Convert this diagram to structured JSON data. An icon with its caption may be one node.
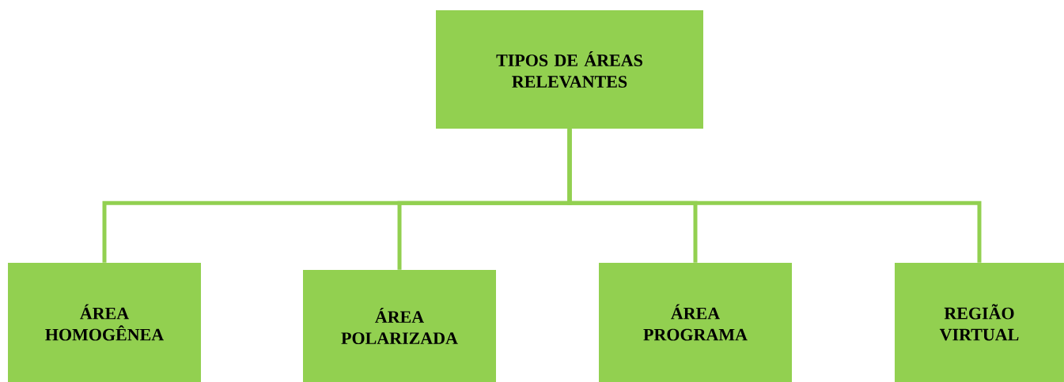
{
  "diagram": {
    "nodes": [
      {
        "text": [
          "TIPOS DE ÁREAS RELEVANTES"
        ]
      },
      {
        "text": [
          "ÁREA HOMOGÊNEA"
        ]
      },
      {
        "text": [
          "ÁREA POLARIZADA"
        ]
      },
      {
        "text": [
          "ÁREA PROGRAMA"
        ]
      },
      {
        "text": [
          "REGIÃO VIRTUAL"
        ]
      }
    ],
    "edges": [
      {
        "from": 0,
        "to": 1,
        "arrow": "none"
      },
      {
        "from": 0,
        "to": 2,
        "arrow": "none"
      },
      {
        "from": 0,
        "to": 3,
        "arrow": "none"
      },
      {
        "from": 0,
        "to": 4,
        "arrow": "none"
      }
    ]
  }
}
